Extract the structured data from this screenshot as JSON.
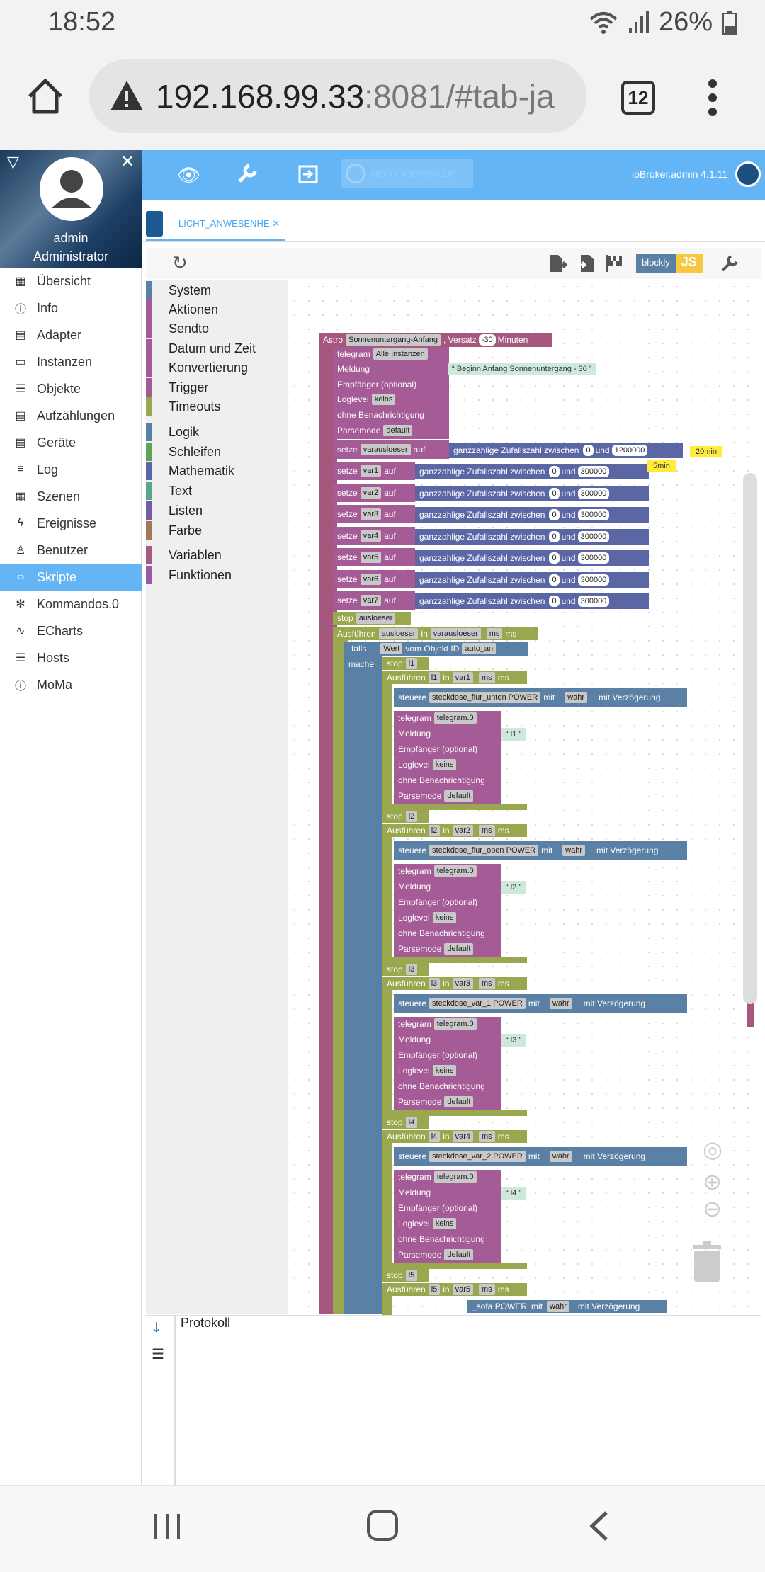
{
  "status": {
    "time": "18:52",
    "battery": "26%"
  },
  "browser": {
    "url_host": "192.168.99.33",
    "url_rest": ":8081/#tab-ja",
    "tab_count": "12"
  },
  "profile": {
    "name": "admin",
    "role": "Administrator"
  },
  "nav": [
    {
      "label": "Übersicht",
      "icon": "grid-icon"
    },
    {
      "label": "Info",
      "icon": "info-icon"
    },
    {
      "label": "Adapter",
      "icon": "store-icon"
    },
    {
      "label": "Instanzen",
      "icon": "instances-icon"
    },
    {
      "label": "Objekte",
      "icon": "list-icon"
    },
    {
      "label": "Aufzählungen",
      "icon": "enum-icon"
    },
    {
      "label": "Geräte",
      "icon": "devices-icon"
    },
    {
      "label": "Log",
      "icon": "log-icon"
    },
    {
      "label": "Szenen",
      "icon": "scenes-icon"
    },
    {
      "label": "Ereignisse",
      "icon": "flash-icon"
    },
    {
      "label": "Benutzer",
      "icon": "user-icon"
    },
    {
      "label": "Skripte",
      "icon": "code-icon"
    },
    {
      "label": "Kommandos.0",
      "icon": "snowflake-icon"
    },
    {
      "label": "ECharts",
      "icon": "chart-icon"
    },
    {
      "label": "Hosts",
      "icon": "hosts-icon"
    },
    {
      "label": "MoMa",
      "icon": "info-icon"
    }
  ],
  "header": {
    "host_button": "HOST IOBROKER",
    "version": "ioBroker.admin 4.1.11"
  },
  "script_tab": {
    "label": "LICHT_ANWESENHE.",
    "close": "✕"
  },
  "toolbar": {
    "blockly": "blockly",
    "js": "JS"
  },
  "categories": [
    {
      "label": "System",
      "color": "#5b80a5"
    },
    {
      "label": "Aktionen",
      "color": "#a55b96"
    },
    {
      "label": "Sendto",
      "color": "#a55b96"
    },
    {
      "label": "Datum und Zeit",
      "color": "#a55b96"
    },
    {
      "label": "Konvertierung",
      "color": "#a55b96"
    },
    {
      "label": "Trigger",
      "color": "#a55b96"
    },
    {
      "label": "Timeouts",
      "color": "#99a84f"
    },
    {
      "label": "Logik",
      "color": "#5b80a5"
    },
    {
      "label": "Schleifen",
      "color": "#5ba55b"
    },
    {
      "label": "Mathematik",
      "color": "#5b67a5"
    },
    {
      "label": "Text",
      "color": "#5ba58c"
    },
    {
      "label": "Listen",
      "color": "#745ba5"
    },
    {
      "label": "Farbe",
      "color": "#a5745b"
    },
    {
      "label": "Variablen",
      "color": "#a55b80"
    },
    {
      "label": "Funktionen",
      "color": "#995ba5"
    }
  ],
  "blocks": {
    "astro": {
      "label": "Astro",
      "event": "Sonnenuntergang-Anfang",
      "offset_label": ", Versatz",
      "offset": "-30",
      "unit": "Minuten"
    },
    "telegram": {
      "label": "telegram",
      "instance": "Alle Instanzen",
      "meldung": "Meldung",
      "text": "Beginn Anfang Sonnenuntergang - 30",
      "empf": "Empfänger (optional)",
      "loglevel": "Loglevel",
      "loglevel_val": "keins",
      "ohne": "ohne Benachrichtigung",
      "parsemode": "Parsemode",
      "parsemode_val": "default"
    },
    "setze": "setze",
    "auf": "auf",
    "random_label": "ganzzahlige Zufallszahl zwischen",
    "und": "und",
    "vars": [
      {
        "name": "varausloeser",
        "min": "0",
        "max": "1200000"
      },
      {
        "name": "var1",
        "min": "0",
        "max": "300000"
      },
      {
        "name": "var2",
        "min": "0",
        "max": "300000"
      },
      {
        "name": "var3",
        "min": "0",
        "max": "300000"
      },
      {
        "name": "var4",
        "min": "0",
        "max": "300000"
      },
      {
        "name": "var5",
        "min": "0",
        "max": "300000"
      },
      {
        "name": "var6",
        "min": "0",
        "max": "300000"
      },
      {
        "name": "var7",
        "min": "0",
        "max": "300000"
      }
    ],
    "notes": {
      "n20": "20min",
      "n5": "5min"
    },
    "stop": "stop",
    "ausloeser": "ausloeser",
    "ausfuehren": "Ausführen",
    "in": "in",
    "ms": "ms",
    "falls": "falls",
    "wert": "Wert",
    "vom_objekt": "vom Objekt ID",
    "obj_id": "auto_an",
    "mache": "mache",
    "steuere": "steuere",
    "mit": "mit",
    "wahr": "wahr",
    "mit_verz": "mit Verzögerung",
    "tg_instance": "telegram.0",
    "groups": [
      {
        "timer": "l1",
        "var": "var1",
        "device": "steckdose_flur_unten POWER",
        "msg": "l1"
      },
      {
        "timer": "l2",
        "var": "var2",
        "device": "steckdose_flur_oben POWER",
        "msg": "l2"
      },
      {
        "timer": "l3",
        "var": "var3",
        "device": "steckdose_var_1 POWER",
        "msg": "l3"
      },
      {
        "timer": "l4",
        "var": "var4",
        "device": "steckdose_var_2 POWER",
        "msg": "l4"
      },
      {
        "timer": "l5",
        "var": "var5",
        "device": "_sofa POWER",
        "msg": ""
      }
    ]
  },
  "log": {
    "title": "Protokoll"
  },
  "colors": {
    "accent": "#64b5f6",
    "purple": "#a55b96",
    "olive": "#99a84f",
    "slate": "#5b80a5",
    "indigo": "#5b67a5"
  }
}
